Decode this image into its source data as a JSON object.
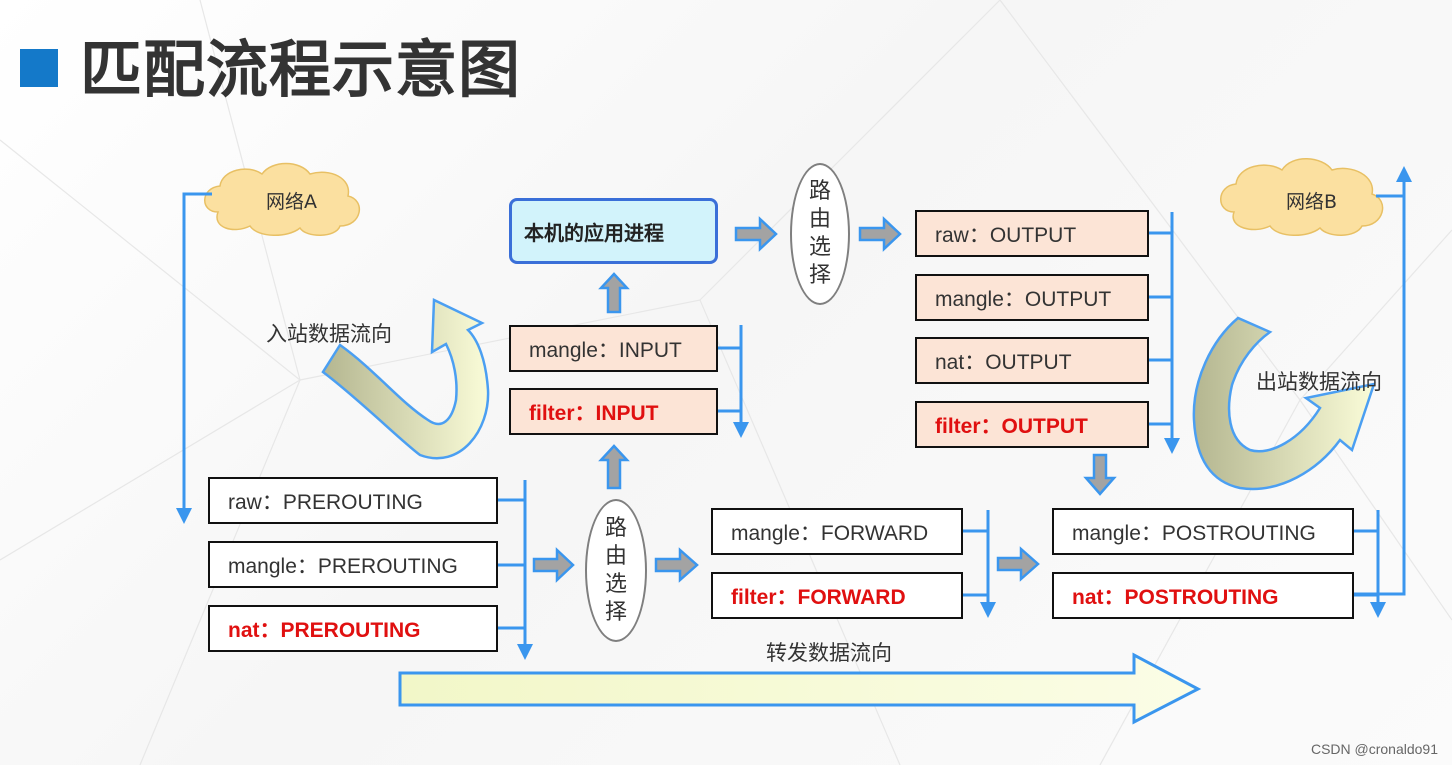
{
  "title": "匹配流程示意图",
  "networks": {
    "a": "网络A",
    "b": "网络B"
  },
  "local_app": "本机的应用进程",
  "route_select": [
    "路",
    "由",
    "选",
    "择"
  ],
  "prerouting": {
    "raw": "raw：PREROUTING",
    "mangle": "mangle：PREROUTING",
    "nat": "nat：PREROUTING"
  },
  "input": {
    "mangle": "mangle：INPUT",
    "filter": "filter：INPUT"
  },
  "output": {
    "raw": "raw：OUTPUT",
    "mangle": "mangle：OUTPUT",
    "nat": "nat：OUTPUT",
    "filter": "filter：OUTPUT"
  },
  "forward": {
    "mangle": "mangle：FORWARD",
    "filter": "filter：FORWARD"
  },
  "postrouting": {
    "mangle": "mangle：POSTROUTING",
    "nat": "nat：POSTROUTING"
  },
  "flows": {
    "inbound": "入站数据流向",
    "outbound": "出站数据流向",
    "forward": "转发数据流向"
  },
  "watermark": "CSDN @cronaldo91",
  "colors": {
    "title_square": "#1479c9",
    "chain_fill": "#fce4d6",
    "filter_text": "#e01010",
    "app_fill": "#d2f3fb",
    "app_border": "#3a6fd8",
    "arrow_blue": "#3a96ee",
    "flow_arrow_fill": "#f1f7c5",
    "cloud_fill": "#fbe0a0"
  }
}
